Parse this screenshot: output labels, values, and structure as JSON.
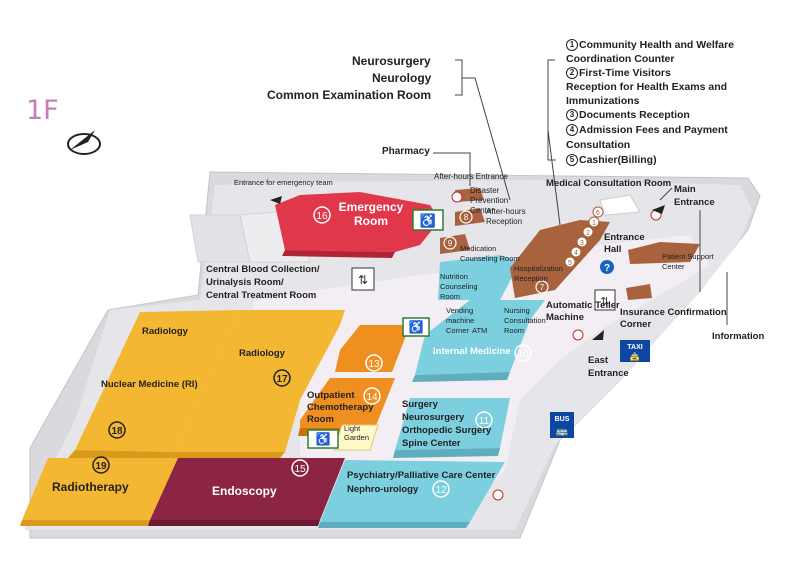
{
  "floor": "1F",
  "top_left_group": {
    "line1": "Neurosurgery",
    "line2": "Neurology",
    "line3": "Common Examination Room"
  },
  "legend": {
    "items": [
      {
        "num": "1",
        "text": "Community Health and Welfare"
      },
      {
        "num": "",
        "text": "Coordination  Counter"
      },
      {
        "num": "2",
        "text": "First-Time Visitors"
      },
      {
        "num": "",
        "text": "Reception for Health Exams and"
      },
      {
        "num": "",
        "text": "Immunizations"
      },
      {
        "num": "3",
        "text": "Documents Reception"
      },
      {
        "num": "4",
        "text": "Admission Fees and Payment"
      },
      {
        "num": "",
        "text": "Consultation"
      },
      {
        "num": "5",
        "text": "Cashier(Billing)"
      }
    ]
  },
  "labels": {
    "pharmacy": "Pharmacy",
    "after_hours_entrance": "After-hours Entrance",
    "disaster_prevention": "Disaster Prevention Center",
    "after_hours_reception": "After-hours Reception",
    "medical_consultation_room": "Medical Consultation Room",
    "main_entrance": "Main Entrance",
    "entrance_emergency_team": "Entrance for emergency team",
    "emergency_room": "Emergency Room",
    "central_blood": "Central Blood Collection/",
    "urinalysis": "Urinalysis Room/",
    "central_treatment": "Central Treatment Room",
    "medication_counseling": "Medication Counseling Room",
    "nutrition_counseling": "Nutrition Counseling Room",
    "hospitalization_reception": "Hospitalization Reception",
    "entrance_hall": "Entrance Hall",
    "patient_support_center": "Patient Support Center",
    "automatic_teller": "Automatic Teller Machine",
    "insurance_confirmation": "Insurance Confirmation Corner",
    "information": "Information",
    "vending_machine": "Vending machine Corner",
    "atm": "ATM",
    "nursing_consultation": "Nursing Consultation Room",
    "internal_medicine": "Internal Medicine",
    "east_entrance": "East Entrance",
    "taxi": "TAXI",
    "bus": "BUS",
    "radiology_left": "Radiology",
    "radiology_mid": "Radiology",
    "nuclear_medicine": "Nuclear Medicine (RI)",
    "outpatient_chemo": "Outpatient Chemotherapy Room",
    "light_garden": "Light Garden",
    "surgery": "Surgery",
    "neurosurgery": "Neurosurgery",
    "orthopedic": "Orthopedic Surgery",
    "spine_center": "Spine Center",
    "psychiatry": "Psychiatry/Palliative Care Center",
    "nephro": "Nephro-urology",
    "radiotherapy": "Radiotherapy",
    "endoscopy": "Endoscopy"
  },
  "room_numbers": {
    "emergency": "16",
    "radiology_mid": "17",
    "nuclear": "18",
    "radiotherapy": "19",
    "endoscopy": "15",
    "internal_medicine": "10",
    "surgery": "11",
    "psychiatry": "12",
    "r13": "13",
    "chemo": "14",
    "hosp": "7",
    "r8": "8",
    "r9": "9",
    "c1": "1",
    "c2": "2",
    "c3": "3",
    "c4": "4",
    "c5": "5",
    "c6": "6"
  },
  "colors": {
    "floor_base": "#e6e6ea",
    "corridor": "#f2eef4",
    "emergency": "#e1374a",
    "radiology": "#f4b731",
    "radiotherapy": "#f4b731",
    "endoscopy": "#8c2543",
    "clinic_blue": "#7ccfdf",
    "orange": "#ef8f1f",
    "brown": "#a8623e",
    "accent_label": "#c77dbb"
  }
}
